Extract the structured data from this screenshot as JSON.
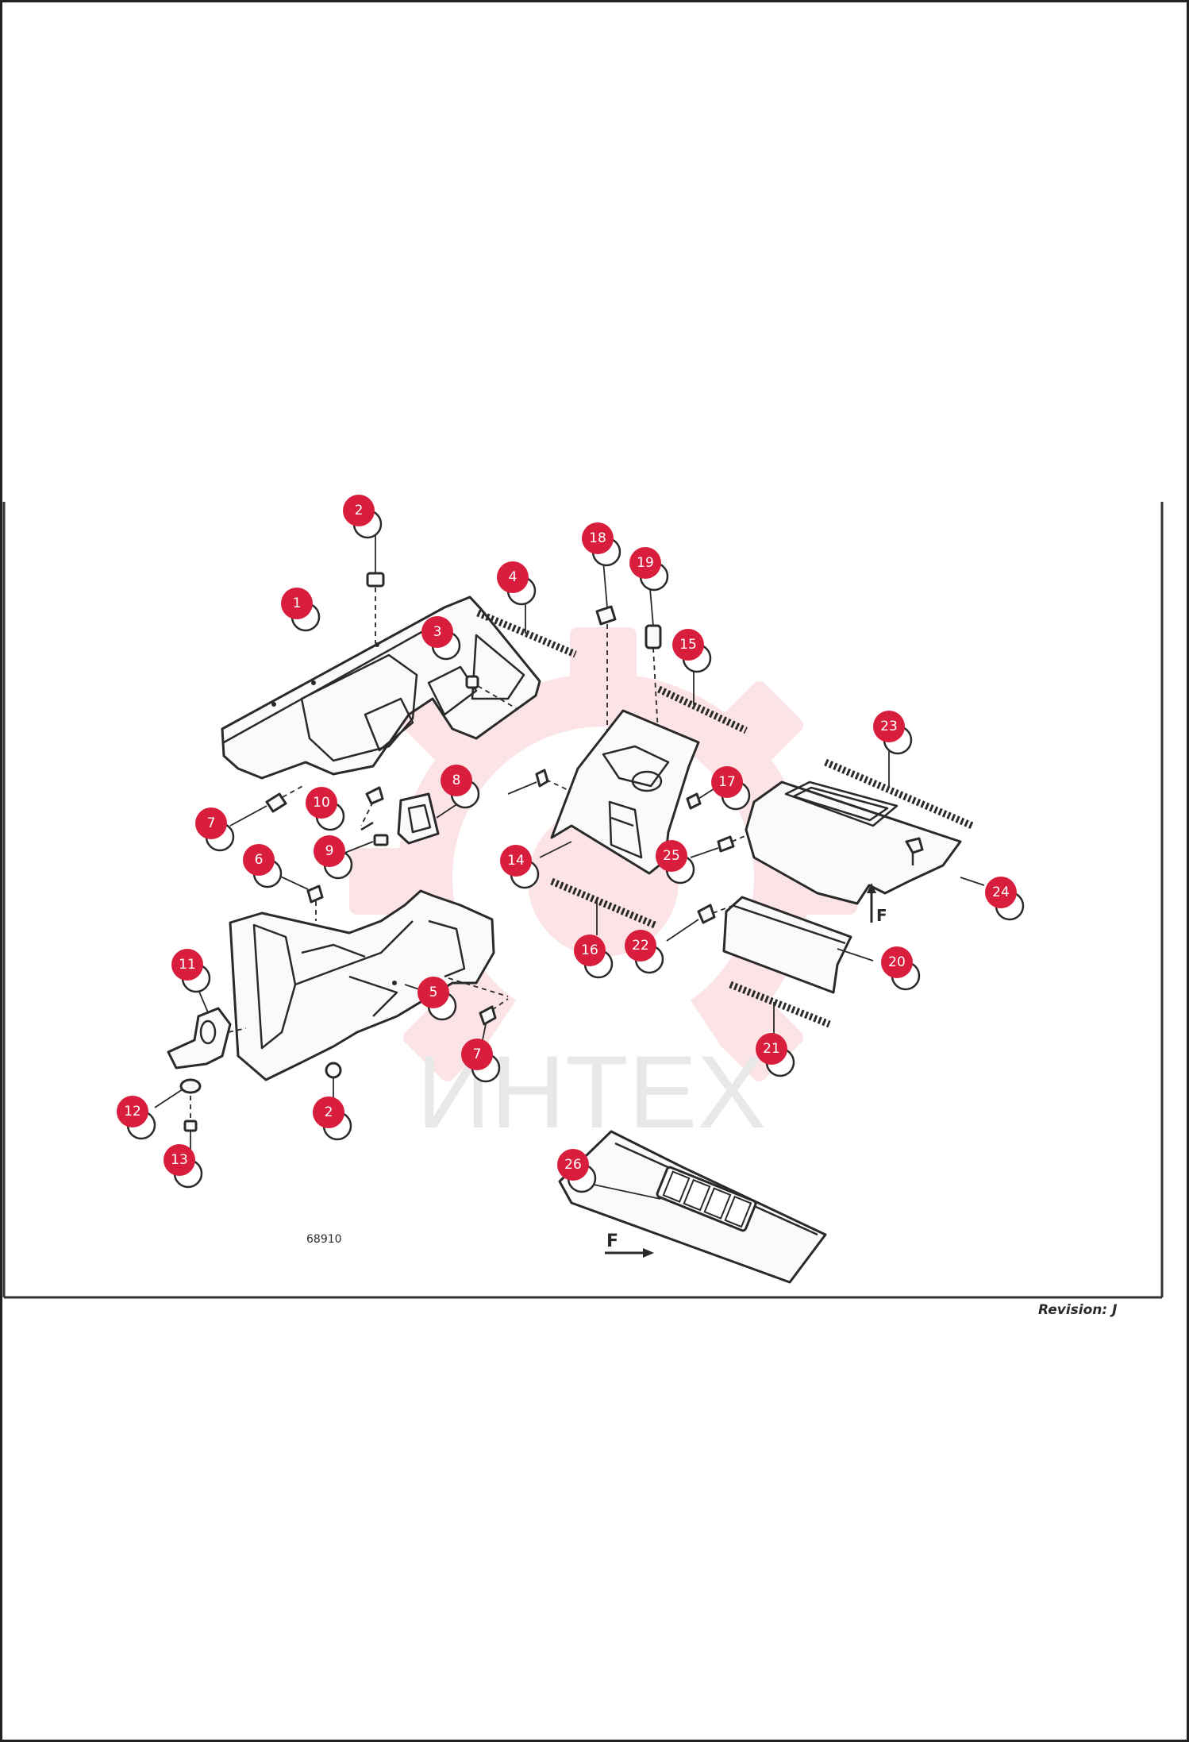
{
  "watermark": {
    "text": "ИНТЕХ",
    "gear_color": "#fce3e6",
    "text_color": "#e8e8e8"
  },
  "figure_code": "68910",
  "revision_label": "Revision: J",
  "front_marker": "F",
  "callout_color": "#d81e3c",
  "callouts": [
    "2",
    "1",
    "3",
    "4",
    "18",
    "19",
    "15",
    "23",
    "17",
    "8",
    "10",
    "7",
    "9",
    "14",
    "25",
    "24",
    "6",
    "16",
    "22",
    "20",
    "11",
    "5",
    "7",
    "21",
    "12",
    "2",
    "13",
    "26"
  ]
}
